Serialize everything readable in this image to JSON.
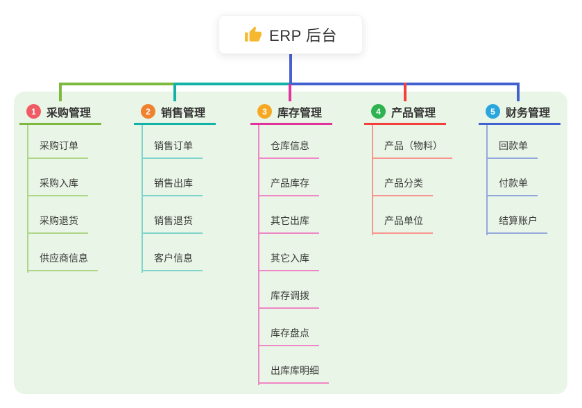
{
  "root": {
    "label": "ERP 后台",
    "icon": "thumbs-up-icon",
    "icon_color": "#f5b82e",
    "connector_color": "#4a5fd2"
  },
  "panel_color": "#e9f5e6",
  "branches": [
    {
      "badge": "1",
      "label": "采购管理",
      "colors": {
        "badge": "#f15b63",
        "accent": "#7cb93e",
        "light": "#aed688"
      },
      "items": [
        "采购订单",
        "采购入库",
        "采购退货",
        "供应商信息"
      ]
    },
    {
      "badge": "2",
      "label": "销售管理",
      "colors": {
        "badge": "#f0812e",
        "accent": "#13b2a6",
        "light": "#7fd3cb"
      },
      "items": [
        "销售订单",
        "销售出库",
        "销售退货",
        "客户信息"
      ]
    },
    {
      "badge": "3",
      "label": "库存管理",
      "colors": {
        "badge": "#f7a823",
        "accent": "#e0339e",
        "light": "#ef86c6"
      },
      "items": [
        "仓库信息",
        "产品库存",
        "其它出库",
        "其它入库",
        "库存调拨",
        "库存盘点",
        "出库库明细"
      ]
    },
    {
      "badge": "4",
      "label": "产品管理",
      "colors": {
        "badge": "#2fb351",
        "accent": "#f4403c",
        "light": "#f9958f"
      },
      "items": [
        "产品（物料）",
        "产品分类",
        "产品单位"
      ]
    },
    {
      "badge": "5",
      "label": "财务管理",
      "colors": {
        "badge": "#29a6dd",
        "accent": "#4161ce",
        "light": "#93a9dc"
      },
      "items": [
        "回款单",
        "付款单",
        "结算账户"
      ]
    }
  ]
}
